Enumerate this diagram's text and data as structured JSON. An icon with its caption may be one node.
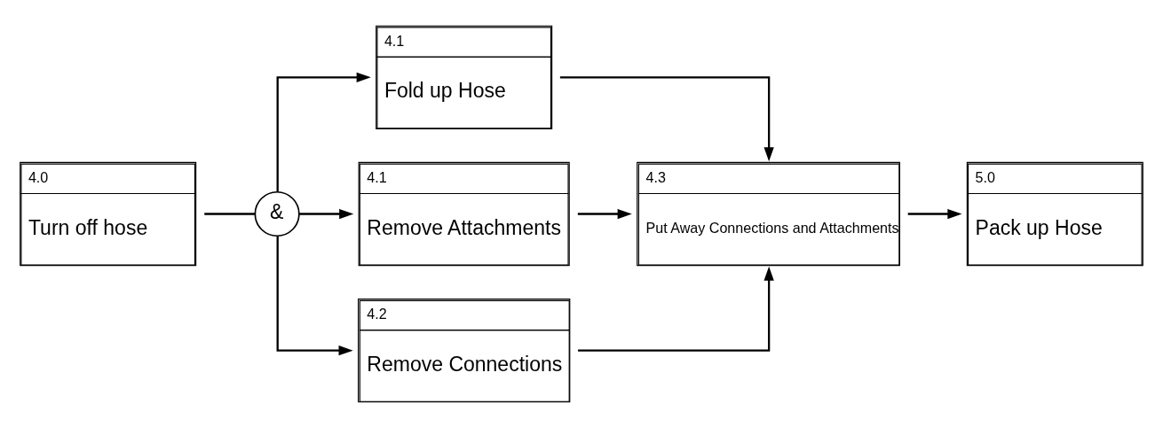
{
  "diagram": {
    "nodes": [
      {
        "text": [
          "4.0",
          "Turn off hose"
        ]
      },
      {
        "text": [
          "&"
        ]
      },
      {
        "text": [
          "4.1",
          "Fold up Hose"
        ]
      },
      {
        "text": [
          "4.1",
          "Remove Attachments"
        ]
      },
      {
        "text": [
          "4.2",
          "Remove Connections"
        ]
      },
      {
        "text": [
          "4.3",
          "Put Away Connections and Attachments"
        ]
      },
      {
        "text": [
          "5.0",
          "Pack up Hose"
        ]
      }
    ],
    "edges": [
      {
        "from": 0,
        "to": 1,
        "arrow": "none"
      },
      {
        "from": 1,
        "to": 2,
        "arrow": "to"
      },
      {
        "from": 1,
        "to": 3,
        "arrow": "to"
      },
      {
        "from": 1,
        "to": 4,
        "arrow": "to"
      },
      {
        "from": 2,
        "to": 5,
        "arrow": "to"
      },
      {
        "from": 3,
        "to": 5,
        "arrow": "to"
      },
      {
        "from": 4,
        "to": 5,
        "arrow": "to"
      },
      {
        "from": 5,
        "to": 6,
        "arrow": "to"
      }
    ]
  }
}
